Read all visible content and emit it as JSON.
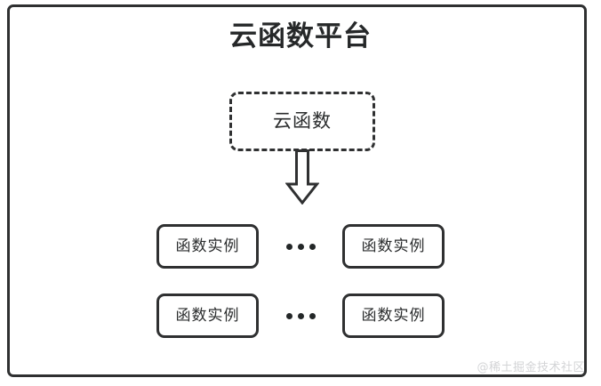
{
  "diagram": {
    "title": "云函数平台",
    "cloud_function": {
      "label": "云函数",
      "border_style": "dashed"
    },
    "arrow": {
      "icon": "down-block-arrow",
      "direction": "down"
    },
    "instance_rows": [
      {
        "left": {
          "label": "函数实例"
        },
        "ellipsis": "•••",
        "right": {
          "label": "函数实例"
        }
      },
      {
        "left": {
          "label": "函数实例"
        },
        "ellipsis": "•••",
        "right": {
          "label": "函数实例"
        }
      }
    ],
    "watermark": "@稀土掘金技术社区",
    "colors": {
      "stroke": "#2f3031",
      "text": "#2b2d2e",
      "title_text": "#262829",
      "background": "#ffffff",
      "watermark_text": "#d3d4d6"
    }
  }
}
